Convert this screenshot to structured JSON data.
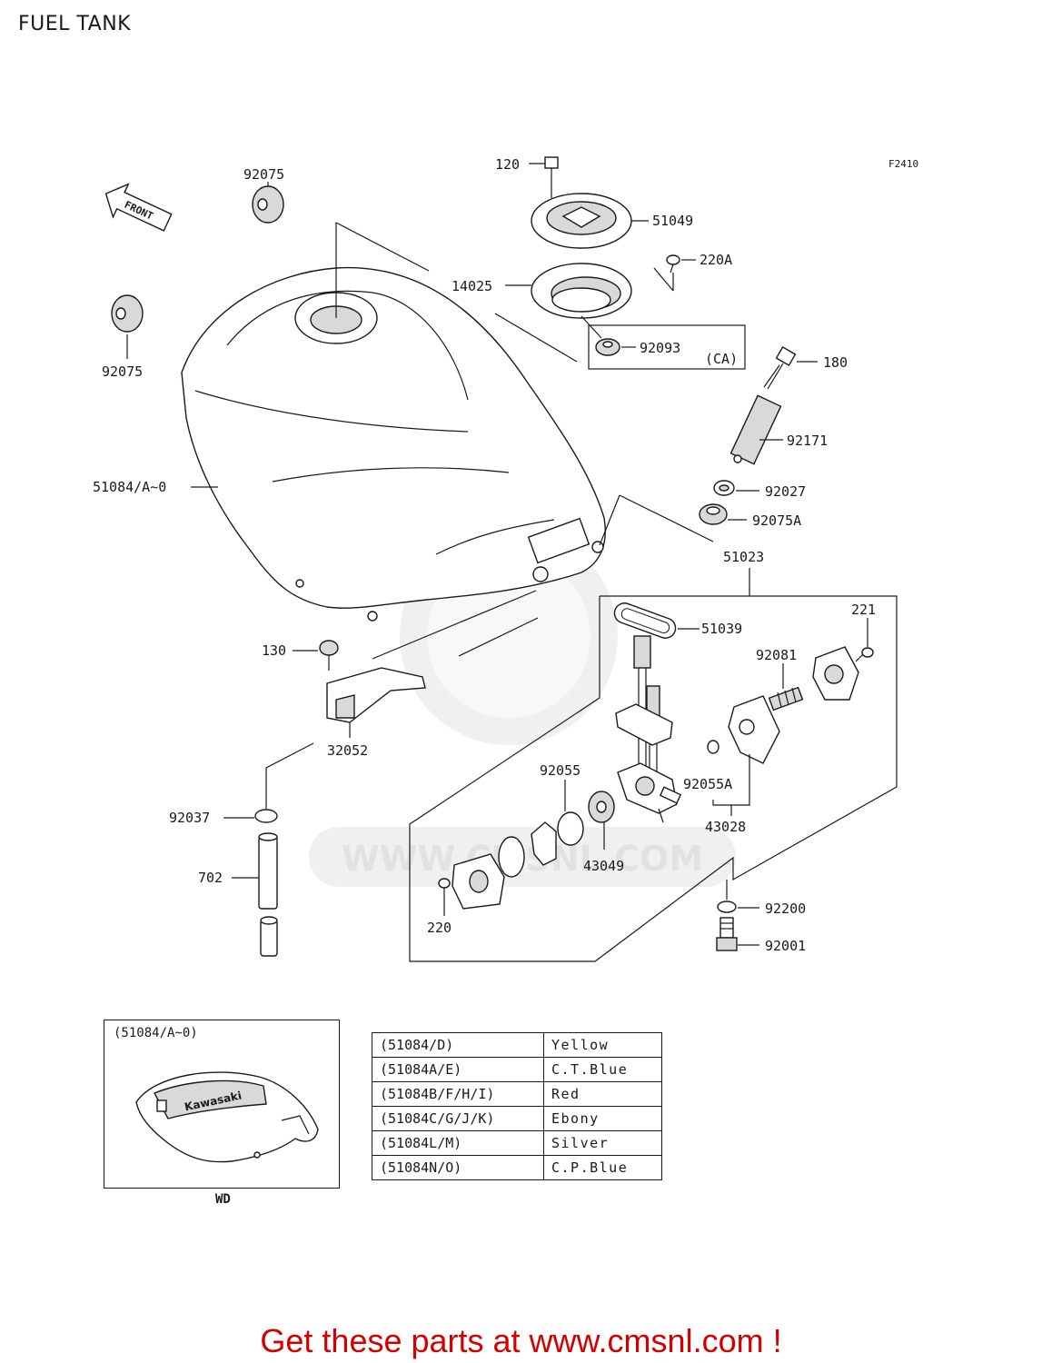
{
  "title": "FUEL TANK",
  "figure_code": "F2410",
  "front_label": "FRONT",
  "callouts": {
    "p92075a": "92075",
    "p92075b": "92075",
    "p120": "120",
    "p51049": "51049",
    "p220A": "220A",
    "p14025": "14025",
    "p92093": "92093",
    "pCA": "(CA)",
    "p180": "180",
    "p92171": "92171",
    "p51084": "51084/A~0",
    "p92027": "92027",
    "p92075A": "92075A",
    "p51023": "51023",
    "p221": "221",
    "p51039": "51039",
    "p92081": "92081",
    "p130": "130",
    "p32052": "32052",
    "p92055": "92055",
    "p92055A": "92055A",
    "p43028": "43028",
    "p43049": "43049",
    "p92037": "92037",
    "p702": "702",
    "p220": "220",
    "p92200": "92200",
    "p92001": "92001"
  },
  "watermark": "WWW.CMSNL.COM",
  "inset": {
    "label": "(51084/A~0)",
    "caption": "WD",
    "decal_text": "Kawasaki"
  },
  "color_table": [
    {
      "code": "(51084/D)",
      "color": "Yellow"
    },
    {
      "code": "(51084A/E)",
      "color": "C.T.Blue"
    },
    {
      "code": "(51084B/F/H/I)",
      "color": "Red"
    },
    {
      "code": "(51084C/G/J/K)",
      "color": "Ebony"
    },
    {
      "code": "(51084L/M)",
      "color": "Silver"
    },
    {
      "code": "(51084N/O)",
      "color": "C.P.Blue"
    }
  ],
  "footer": "Get these parts at www.cmsnl.com !",
  "colors": {
    "footer": "#d40000",
    "line": "#1a1a1a",
    "watermark": "#e2e2e2"
  }
}
